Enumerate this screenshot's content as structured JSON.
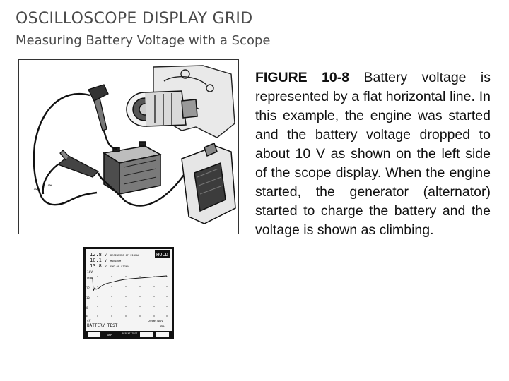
{
  "slide": {
    "title": "OSCILLOSCOPE DISPLAY GRID",
    "subtitle": "Measuring Battery Voltage with a Scope"
  },
  "caption": {
    "label": "FIGURE 10-8",
    "text": " Battery voltage is represented by a flat horizontal line. In this example, the engine was started and the battery voltage dropped to about 10 V as shown on the left side of the  scope display. When the engine started, the generator (alternator) started to charge the battery and the voltage is shown as climbing."
  },
  "scope": {
    "readings": [
      {
        "value": "12.8",
        "unit": "V",
        "label": "BEGINNING OF SIGNAL"
      },
      {
        "value": "10.1",
        "unit": "V",
        "label": "MINIMUM"
      },
      {
        "value": "13.8",
        "unit": "V",
        "label": "END OF SIGNAL"
      }
    ],
    "hold_label": "HOLD",
    "y_top_label": "16V",
    "y_bottom_label": "4V",
    "timebase_label": "200ms/DIV",
    "trig_label": "+0+",
    "mode_label": "BATTERY TEST",
    "softkeys": [
      "",
      "AMP",
      "REPEAT TEST",
      "",
      ""
    ]
  },
  "colors": {
    "title": "#4a4a4a",
    "caption": "#111111",
    "screen_bg": "#f4f4f4",
    "screen_frame": "#111111"
  }
}
